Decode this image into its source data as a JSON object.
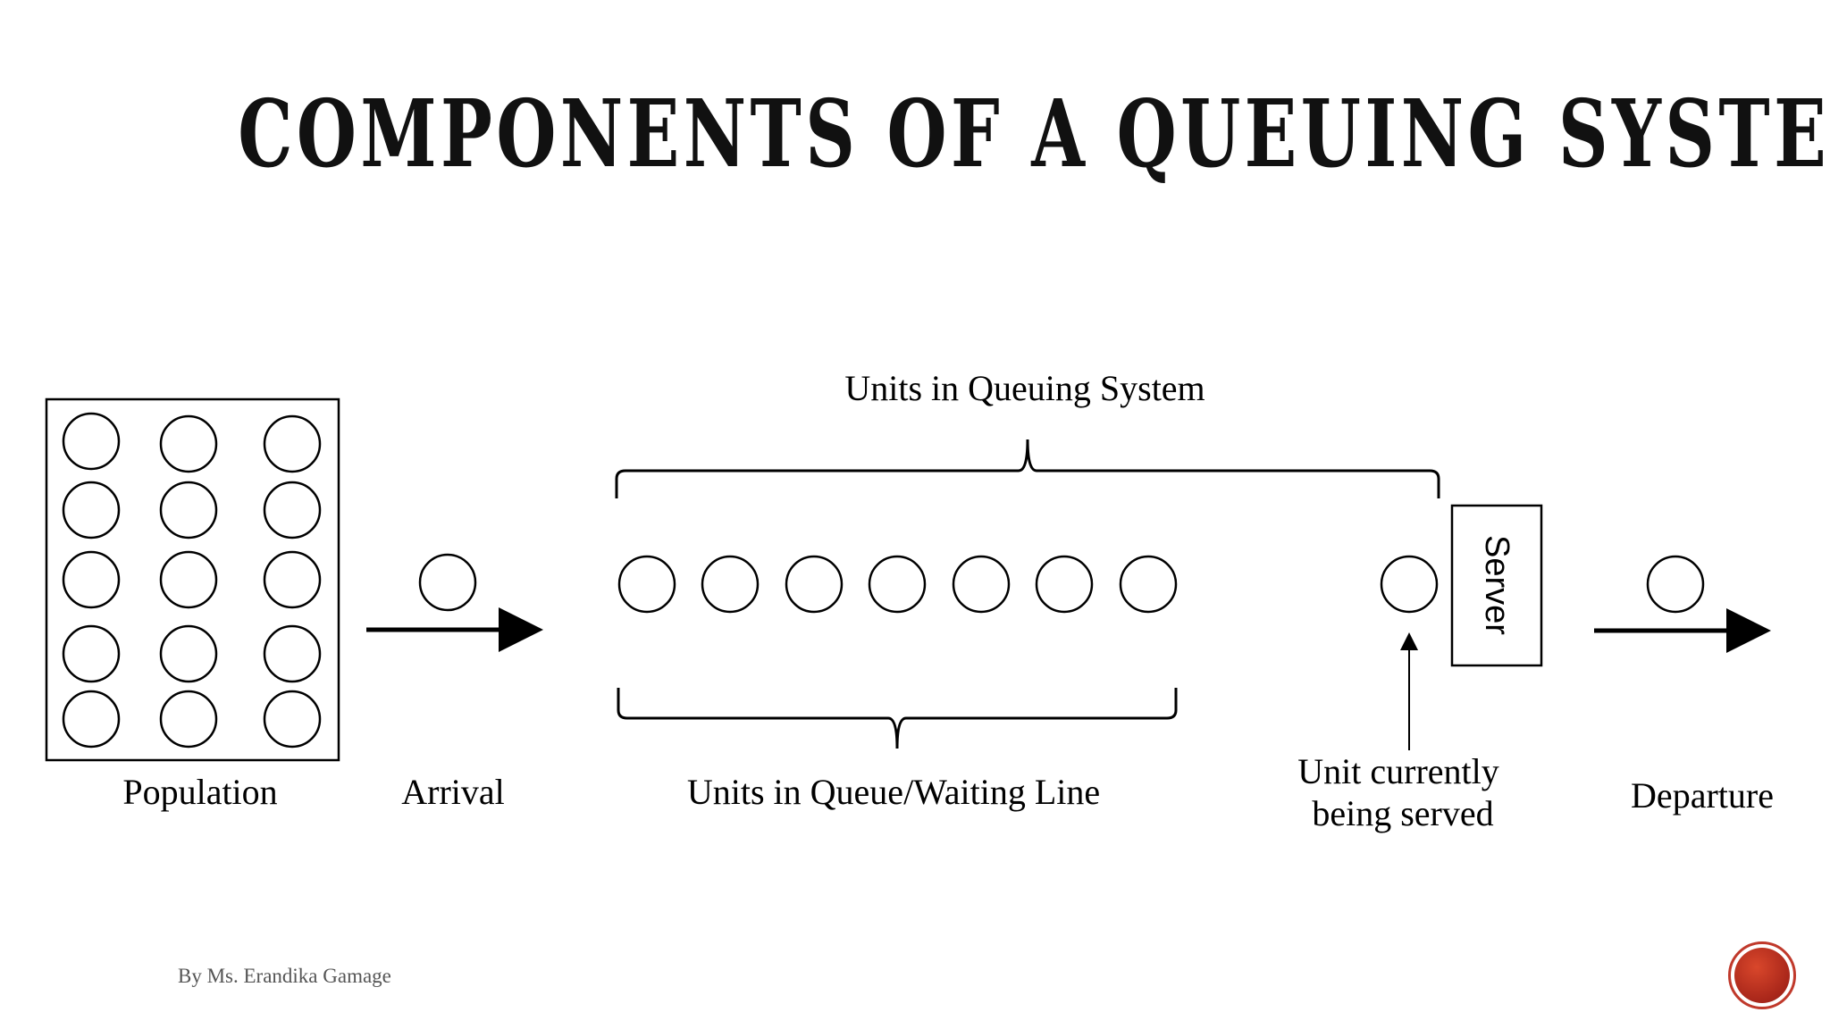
{
  "slide": {
    "title": "COMPONENTS OF A QUEUING SYSTEM",
    "footer": "By Ms. Erandika Gamage"
  },
  "diagram": {
    "labels": {
      "population": "Population",
      "arrival": "Arrival",
      "units_in_queuing_system": "Units in Queuing System",
      "units_in_queue": "Units in Queue/Waiting Line",
      "unit_being_served_line1": "Unit currently",
      "unit_being_served_line2": "being served",
      "server": "Server",
      "departure": "Departure"
    },
    "population_units": 15,
    "queue_units": 7
  }
}
